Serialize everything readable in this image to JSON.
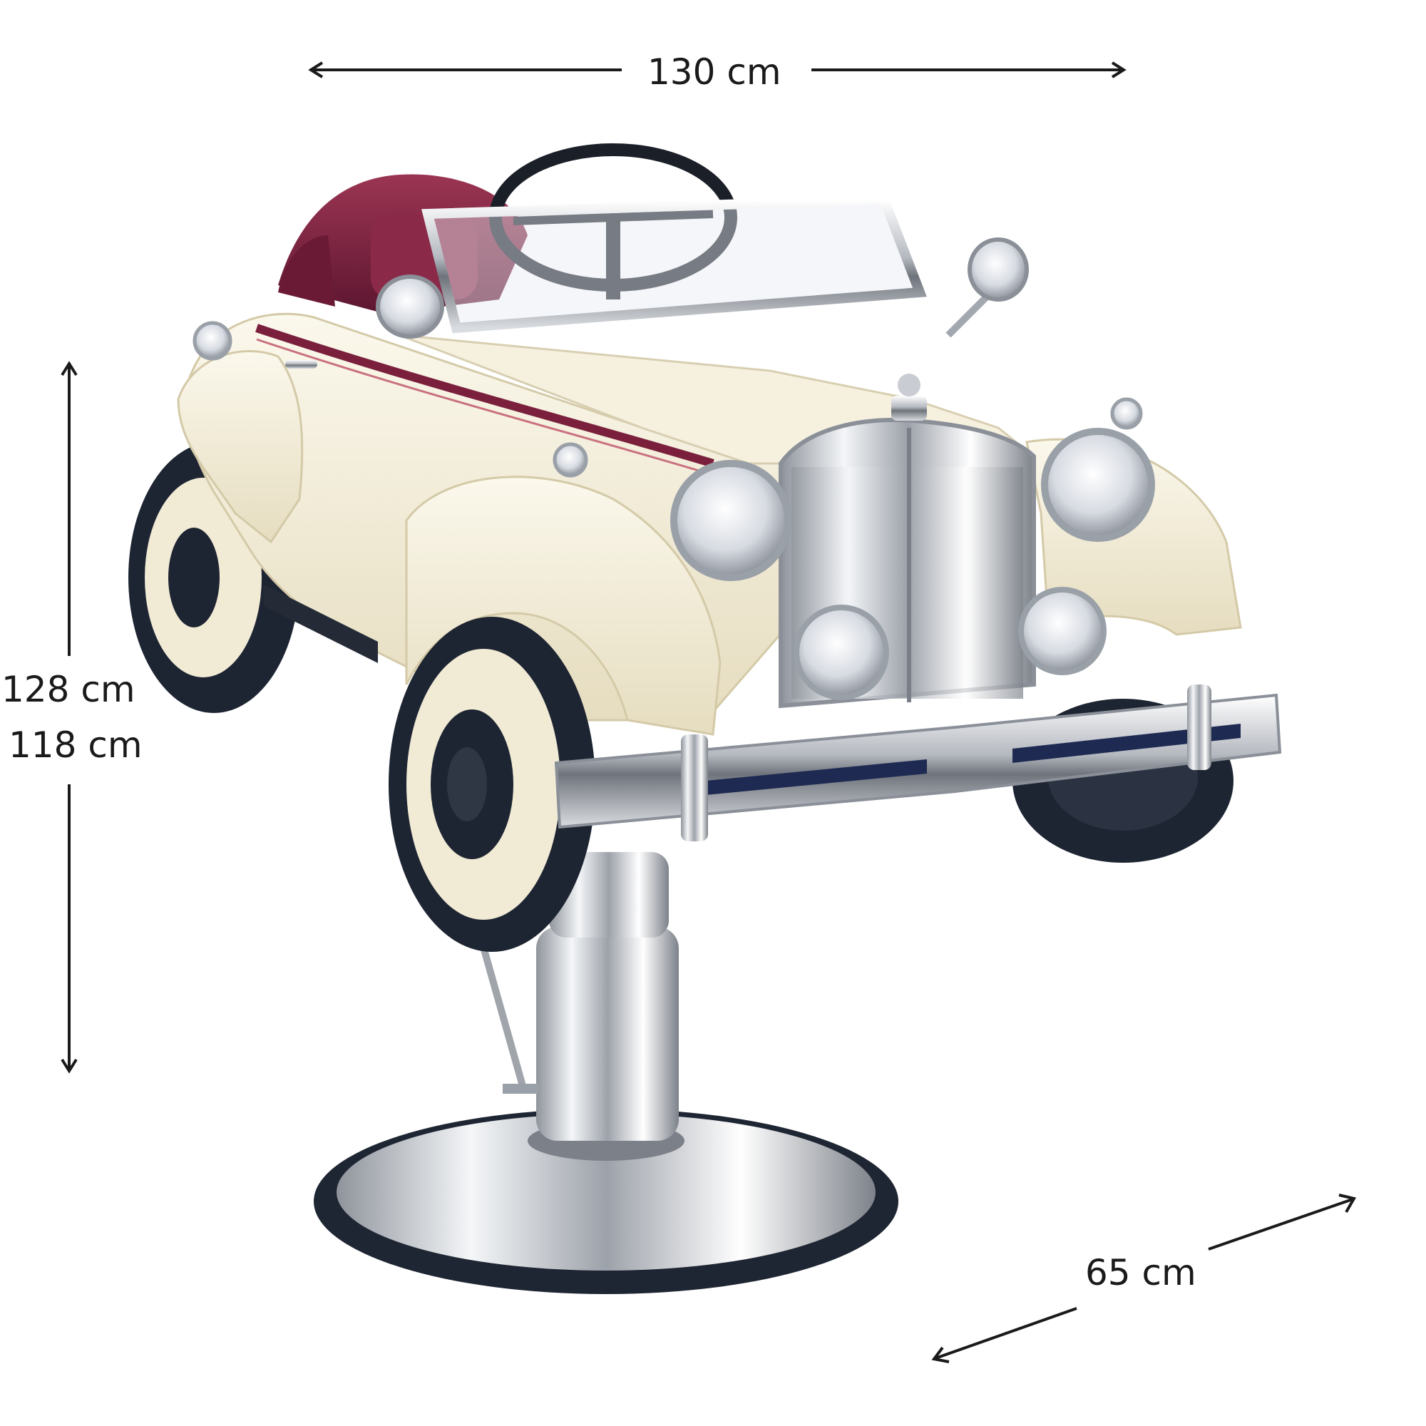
{
  "dimensions": {
    "width": "130 cm",
    "height_max": "128 cm",
    "height_min": "118 cm",
    "depth": "65 cm"
  },
  "colors": {
    "body": "#f2ecd6",
    "upholstery": "#7a1f3c",
    "chrome": "#c9ccd2",
    "tire": "#1e2532",
    "arrow": "#1a1a1a"
  },
  "icons": {
    "arrow": "double-headed-arrow"
  }
}
